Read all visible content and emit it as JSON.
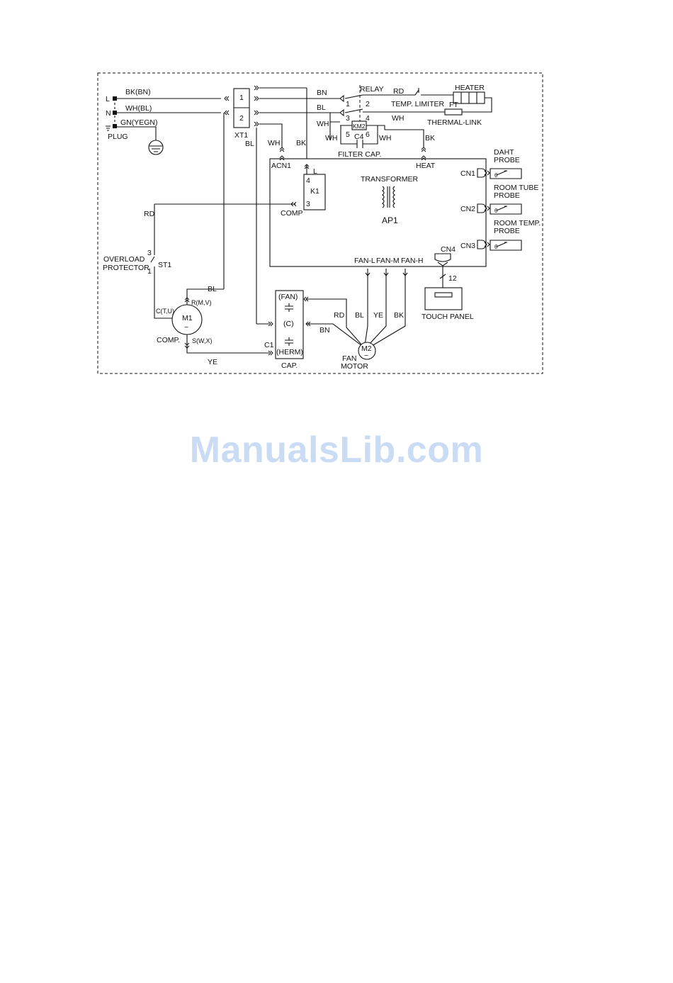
{
  "diagram": {
    "supply": {
      "line": "L",
      "neutral": "N",
      "plug": "PLUG"
    },
    "wires": {
      "bk_bn": "BK(BN)",
      "wh_bl": "WH(BL)",
      "gn_yegn": "GN(YEGN)",
      "bn": "BN",
      "bl": "BL",
      "rd": "RD",
      "wh": "WH",
      "bk": "BK",
      "ye": "YE"
    },
    "terminal_block": {
      "name": "XT1",
      "pin1": "1",
      "pin2": "2"
    },
    "relay": {
      "label": "RELAY",
      "coil": "KM2",
      "p1": "1",
      "p2": "2",
      "p3": "3",
      "p4": "4",
      "p5": "5",
      "p6": "6"
    },
    "heater": "HEATER",
    "temp_limiter": "TEMP. LIMITER",
    "thermal_link": {
      "code": "FT",
      "label": "THERMAL-LINK"
    },
    "filter_cap": {
      "code": "C4",
      "label": "FILTER CAP."
    },
    "board": {
      "name": "AP1",
      "acn1": "ACN1",
      "heat": "HEAT",
      "transformer": "TRANSFORMER",
      "k1": "K1",
      "k1_pin4": "4",
      "k1_pin3": "3",
      "k1_l": "L",
      "comp": "COMP",
      "cn1": "CN1",
      "cn2": "CN2",
      "cn3": "CN3",
      "cn4": "CN4",
      "fan_l": "FAN-L",
      "fan_m": "FAN-M",
      "fan_h": "FAN-H"
    },
    "probes": {
      "daht_1": "DAHT",
      "daht_2": "PROBE",
      "room_tube_1": "ROOM TUBE",
      "room_tube_2": "PROBE",
      "room_temp_1": "ROOM TEMP.",
      "room_temp_2": "PROBE",
      "theta": "θ"
    },
    "touch_panel": {
      "label": "TOUCH PANEL",
      "wires": "12"
    },
    "overload": {
      "line1": "OVERLOAD",
      "line2": "PROTECTOR",
      "code": "ST1",
      "p3": "3",
      "p1": "1"
    },
    "compressor": {
      "code": "M1",
      "tilde": "~",
      "label": "COMP.",
      "r": "R(M,V)",
      "c": "C(T,U)",
      "s": "S(W,X)"
    },
    "capacitor": {
      "code": "C1",
      "fan": "(FAN)",
      "common": "(C)",
      "herm": "(HERM)",
      "label": "CAP."
    },
    "fan_motor": {
      "code": "M2",
      "tilde": "~",
      "line1": "FAN",
      "line2": "MOTOR"
    }
  },
  "watermark": "ManualsLib.com"
}
